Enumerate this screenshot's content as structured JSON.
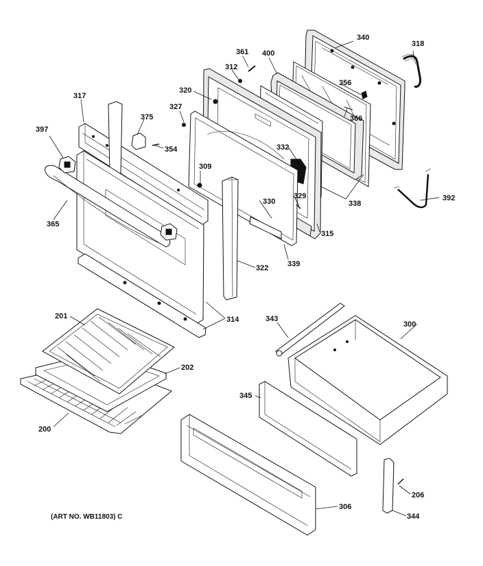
{
  "diagram": {
    "art_number": "(ART NO. WB11803) C",
    "callouts": [
      {
        "id": "317",
        "label": "317"
      },
      {
        "id": "397",
        "label": "397"
      },
      {
        "id": "365",
        "label": "365"
      },
      {
        "id": "375",
        "label": "375"
      },
      {
        "id": "354",
        "label": "354"
      },
      {
        "id": "327",
        "label": "327"
      },
      {
        "id": "320",
        "label": "320"
      },
      {
        "id": "312",
        "label": "312"
      },
      {
        "id": "361",
        "label": "361"
      },
      {
        "id": "400",
        "label": "400"
      },
      {
        "id": "340",
        "label": "340"
      },
      {
        "id": "318",
        "label": "318"
      },
      {
        "id": "356",
        "label": "356"
      },
      {
        "id": "366",
        "label": "366"
      },
      {
        "id": "332",
        "label": "332"
      },
      {
        "id": "309",
        "label": "309"
      },
      {
        "id": "330",
        "label": "330"
      },
      {
        "id": "329",
        "label": "329"
      },
      {
        "id": "338",
        "label": "338"
      },
      {
        "id": "392",
        "label": "392"
      },
      {
        "id": "315",
        "label": "315"
      },
      {
        "id": "339",
        "label": "339"
      },
      {
        "id": "322",
        "label": "322"
      },
      {
        "id": "314",
        "label": "314"
      },
      {
        "id": "201",
        "label": "201"
      },
      {
        "id": "202",
        "label": "202"
      },
      {
        "id": "200",
        "label": "200"
      },
      {
        "id": "343",
        "label": "343"
      },
      {
        "id": "300",
        "label": "300"
      },
      {
        "id": "345",
        "label": "345"
      },
      {
        "id": "306",
        "label": "306"
      },
      {
        "id": "206",
        "label": "206"
      },
      {
        "id": "344",
        "label": "344"
      }
    ]
  }
}
